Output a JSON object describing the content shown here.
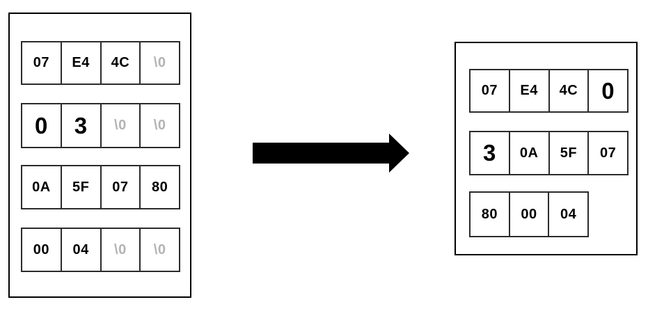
{
  "diagram": {
    "description_label": "byte-buffer-compaction",
    "left_box": {
      "rows": [
        {
          "cells": [
            {
              "text": "07",
              "style": "normal"
            },
            {
              "text": "E4",
              "style": "normal"
            },
            {
              "text": "4C",
              "style": "normal"
            },
            {
              "text": "\\0",
              "style": "null"
            }
          ]
        },
        {
          "cells": [
            {
              "text": "0",
              "style": "large"
            },
            {
              "text": "3",
              "style": "large"
            },
            {
              "text": "\\0",
              "style": "null"
            },
            {
              "text": "\\0",
              "style": "null"
            }
          ]
        },
        {
          "cells": [
            {
              "text": "0A",
              "style": "normal"
            },
            {
              "text": "5F",
              "style": "normal"
            },
            {
              "text": "07",
              "style": "normal"
            },
            {
              "text": "80",
              "style": "normal"
            }
          ]
        },
        {
          "cells": [
            {
              "text": "00",
              "style": "normal"
            },
            {
              "text": "04",
              "style": "normal"
            },
            {
              "text": "\\0",
              "style": "null"
            },
            {
              "text": "\\0",
              "style": "null"
            }
          ]
        }
      ]
    },
    "right_box": {
      "rows": [
        {
          "cells": [
            {
              "text": "07",
              "style": "normal"
            },
            {
              "text": "E4",
              "style": "normal"
            },
            {
              "text": "4C",
              "style": "normal"
            },
            {
              "text": "0",
              "style": "large"
            }
          ]
        },
        {
          "cells": [
            {
              "text": "3",
              "style": "large"
            },
            {
              "text": "0A",
              "style": "normal"
            },
            {
              "text": "5F",
              "style": "normal"
            },
            {
              "text": "07",
              "style": "normal"
            }
          ]
        },
        {
          "cells": [
            {
              "text": "80",
              "style": "normal"
            },
            {
              "text": "00",
              "style": "normal"
            },
            {
              "text": "04",
              "style": "normal"
            }
          ]
        }
      ]
    }
  },
  "colors": {
    "text": "#000000",
    "null_text": "#b3b3b3",
    "box_border": "#000000",
    "cell_border": "#2b2b2b",
    "arrow": "#000000",
    "background": "#ffffff"
  }
}
